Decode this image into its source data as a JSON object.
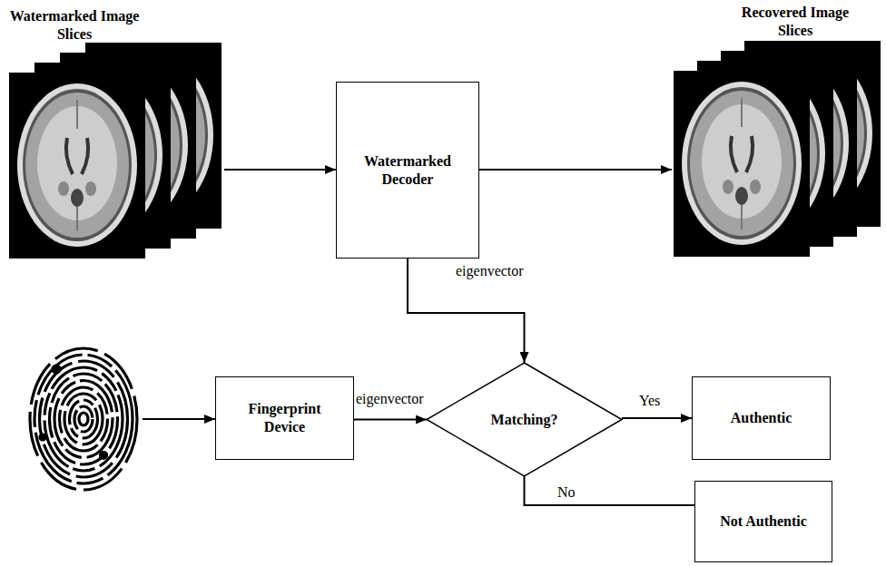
{
  "diagram": {
    "nodes": [
      {
        "text": [
          "Watermarked Decoder"
        ]
      },
      {
        "text": [
          "Fingerprint Device"
        ]
      },
      {
        "text": [
          "Matching?"
        ]
      },
      {
        "text": [
          "Authentic"
        ]
      },
      {
        "text": [
          "Not Authentic"
        ]
      }
    ],
    "edges": [
      {
        "from": 0,
        "to": 2,
        "label": "eigenvector",
        "arrow": "to"
      },
      {
        "from": 1,
        "to": 2,
        "label": "eigenvector",
        "arrow": "to"
      },
      {
        "from": 2,
        "to": 3,
        "label": "Yes",
        "arrow": "to"
      },
      {
        "from": 2,
        "to": 4,
        "label": "No",
        "arrow": "none"
      }
    ],
    "labels": [
      "Watermarked Image Slices",
      "Recovered Image Slices"
    ]
  }
}
